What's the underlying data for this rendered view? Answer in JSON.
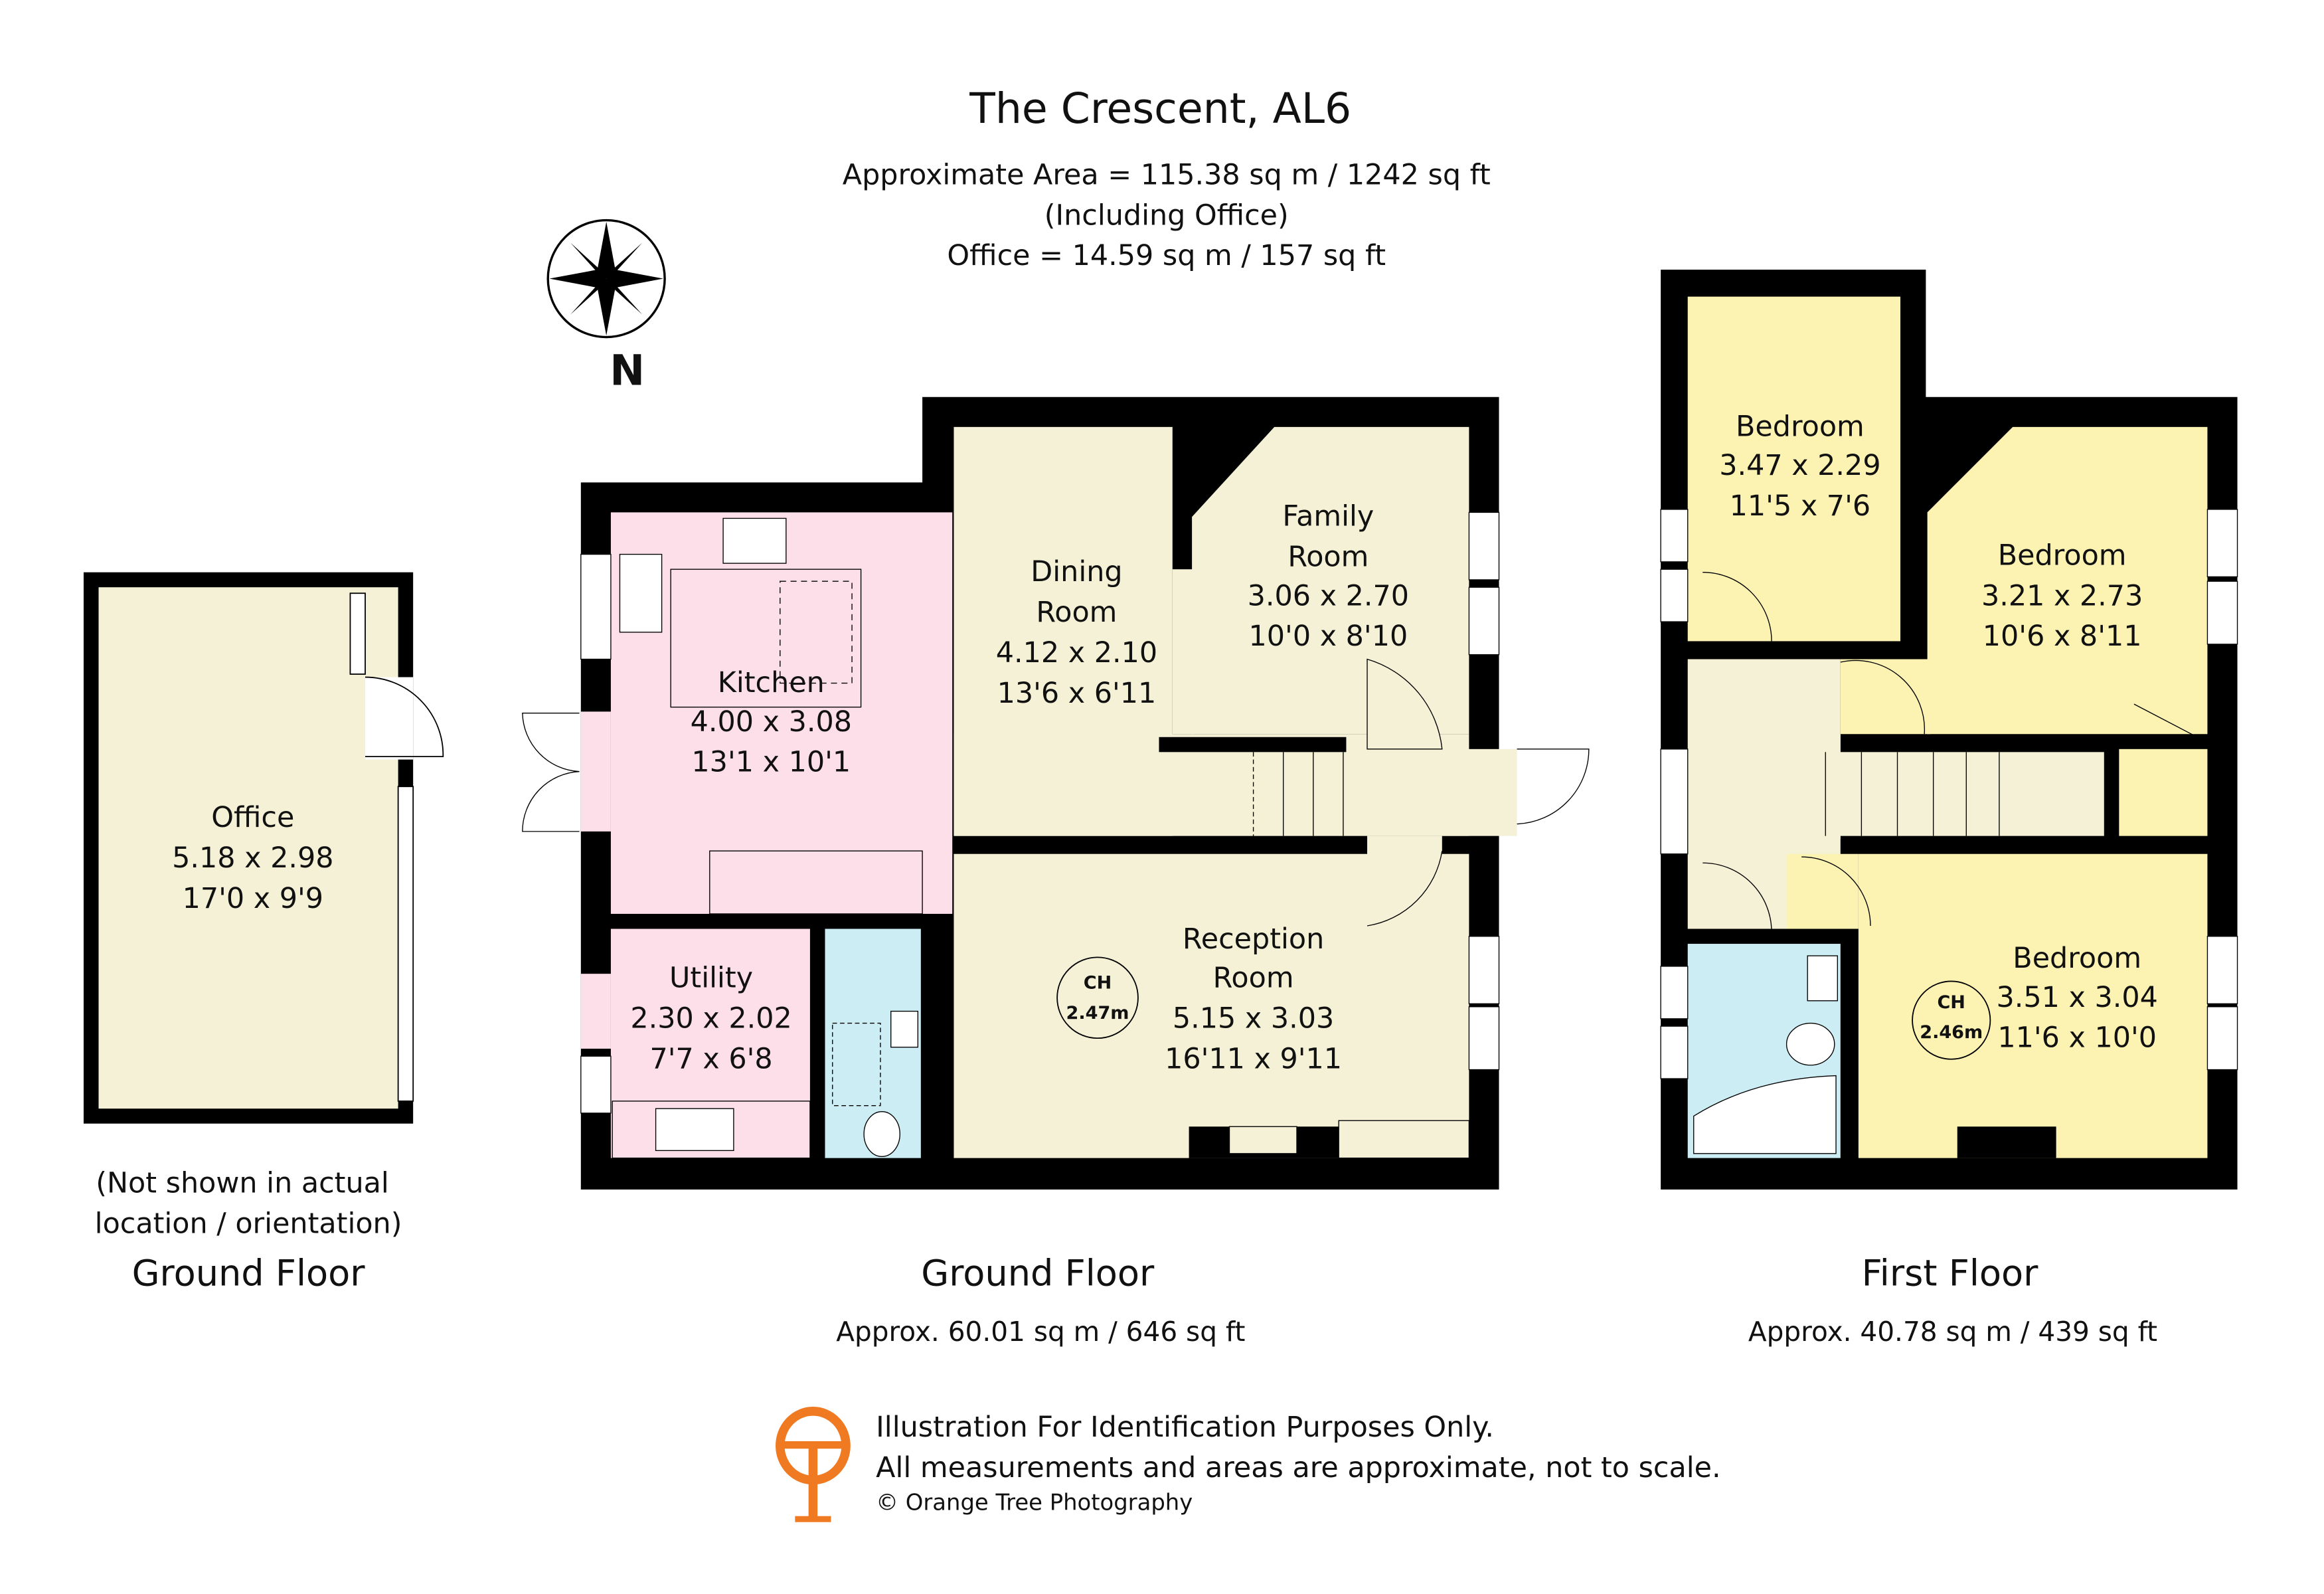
{
  "header": {
    "title": "The Crescent, AL6",
    "area_line": "Approximate Area =  115.38 sq m / 1242 sq ft",
    "including_line": "(Including Office)",
    "office_line": "Office = 14.59 sq m / 157 sq ft"
  },
  "compass": {
    "label": "N",
    "icon": "compass-rose-icon"
  },
  "colors": {
    "wall": "#000000",
    "cream": "#f4f1d6",
    "pink": "#fddfe9",
    "blue": "#cdedf5",
    "yellow": "#fcf3b3",
    "brand_orange": "#f07a22"
  },
  "office": {
    "rooms": [
      {
        "name": "Office",
        "metric": "5.18 x 2.98",
        "imperial": "17'0 x 9'9"
      }
    ],
    "note_line1": "(Not shown in actual",
    "note_line2": "location / orientation)",
    "floor_label": "Ground Floor"
  },
  "ground_floor": {
    "label": "Ground Floor",
    "area": "Approx. 60.01 sq m / 646 sq ft",
    "rooms": [
      {
        "name": "Kitchen",
        "metric": "4.00 x 3.08",
        "imperial": "13'1 x 10'1"
      },
      {
        "name_line1": "Dining",
        "name_line2": "Room",
        "metric": "4.12 x 2.10",
        "imperial": "13'6 x 6'11"
      },
      {
        "name_line1": "Family",
        "name_line2": "Room",
        "metric": "3.06 x 2.70",
        "imperial": "10'0 x 8'10"
      },
      {
        "name": "Utility",
        "metric": "2.30 x 2.02",
        "imperial": "7'7 x 6'8"
      },
      {
        "name_line1": "Reception",
        "name_line2": "Room",
        "metric": "5.15 x 3.03",
        "imperial": "16'11 x 9'11"
      }
    ],
    "ceiling": {
      "label": "CH",
      "height": "2.47m"
    }
  },
  "first_floor": {
    "label": "First Floor",
    "area": "Approx. 40.78 sq m / 439 sq ft",
    "rooms": [
      {
        "name": "Bedroom",
        "metric": "3.47 x 2.29",
        "imperial": "11'5 x 7'6"
      },
      {
        "name": "Bedroom",
        "metric": "3.21 x 2.73",
        "imperial": "10'6 x 8'11"
      },
      {
        "name": "Bedroom",
        "metric": "3.51 x 3.04",
        "imperial": "11'6 x 10'0"
      }
    ],
    "ceiling": {
      "label": "CH",
      "height": "2.46m"
    }
  },
  "footer": {
    "line1": "Illustration For Identification Purposes Only.",
    "line2": "All measurements and areas are approximate, not to scale.",
    "copyright": "© Orange Tree Photography",
    "logo_text": "OT"
  }
}
